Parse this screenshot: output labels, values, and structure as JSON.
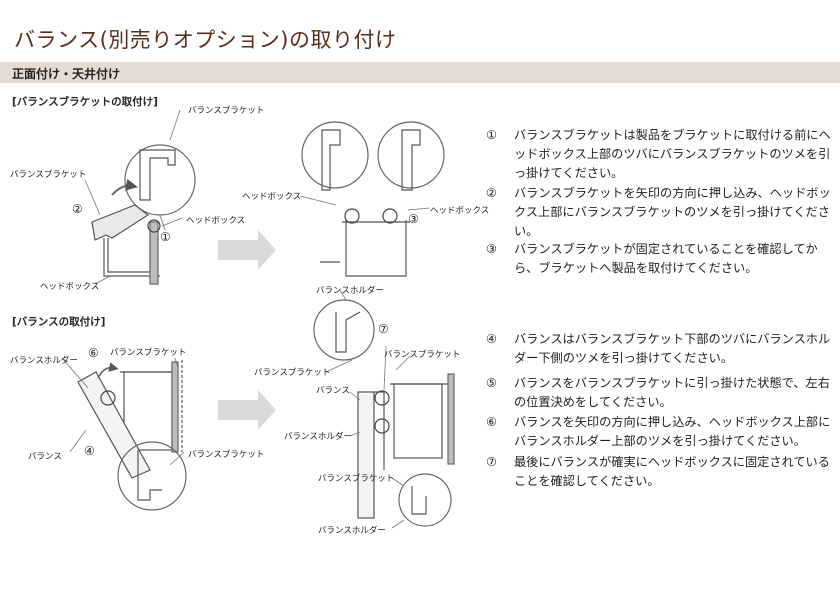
{
  "title": "バランス(別売りオプション)の取り付け",
  "section_bar": "正面付け・天井付け",
  "section1": {
    "heading": "[バランスブラケットの取付け]",
    "labels": {
      "bracket_top": "バランスブラケット",
      "bracket_left": "バランスブラケット",
      "headbox_mid": "ヘッドボックス",
      "headbox_bottom": "ヘッドボックス",
      "headbox_left2": "ヘッドボックス",
      "headbox_right2": "ヘッドボックス"
    },
    "numbers": {
      "n1": "①",
      "n2": "②",
      "n3": "③"
    }
  },
  "section2": {
    "heading": "[バランスの取付け]",
    "labels": {
      "holder_left": "バランスホルダー",
      "bracket_left": "バランスブラケット",
      "valance_left": "バランス",
      "bracket_left_bottom": "バランスブラケット",
      "holder_top": "バランスホルダー",
      "bracket_mid": "バランスブラケット",
      "bracket_right": "バランスブラケット",
      "valance_mid": "バランス",
      "holder_mid": "バランスホルダー",
      "bracket_lower": "バランスブラケット",
      "holder_bottom": "バランスホルダー"
    },
    "numbers": {
      "n4": "④",
      "n6": "⑥",
      "n7": "⑦"
    }
  },
  "steps": [
    {
      "num": "①",
      "text": "バランスブラケットは製品をブラケットに取付ける前にヘッドボックス上部のツバにバランスブラケットのツメを引っ掛けてください。"
    },
    {
      "num": "②",
      "text": "バランスブラケットを矢印の方向に押し込み、ヘッドボックス上部にバランスブラケットのツメを引っ掛けてください。"
    },
    {
      "num": "③",
      "text": "バランスブラケットが固定されていることを確認してから、ブラケットへ製品を取付けてください。"
    },
    {
      "num": "④",
      "text": "バランスはバランスブラケット下部のツバにバランスホルダー下側のツメを引っ掛けてください。"
    },
    {
      "num": "⑤",
      "text": "バランスをバランスブラケットに引っ掛けた状態で、左右の位置決めをしてください。"
    },
    {
      "num": "⑥",
      "text": "バランスを矢印の方向に押し込み、ヘッドボックス上部にバランスホルダー上部のツメを引っ掛けてください。"
    },
    {
      "num": "⑦",
      "text": "最後にバランスが確実にヘッドボックスに固定されていることを確認してください。"
    }
  ]
}
